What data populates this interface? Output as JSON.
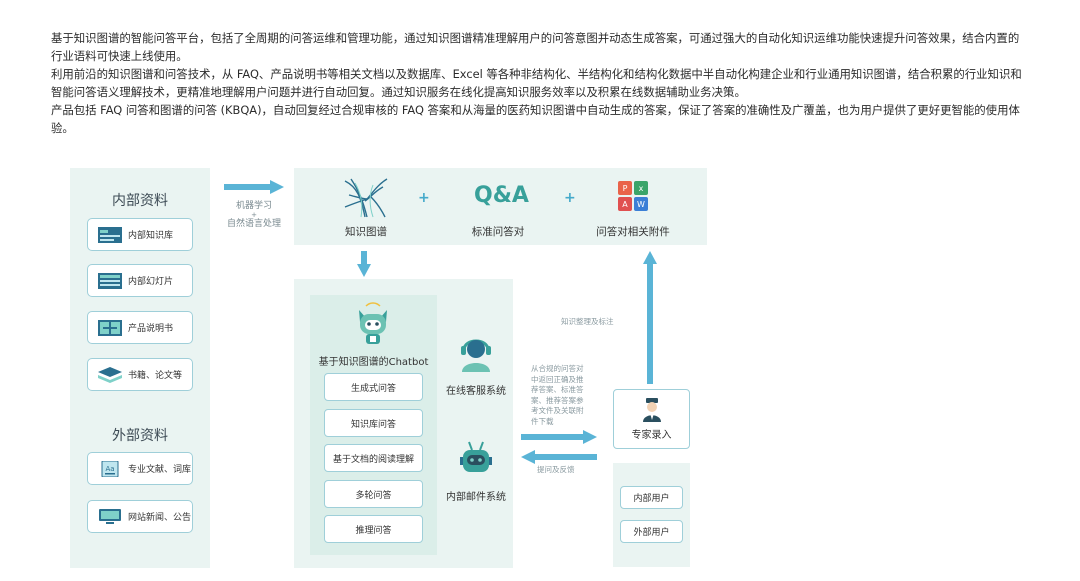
{
  "intro": {
    "p1": "基于知识图谱的智能问答平台，包括了全周期的问答运维和管理功能，通过知识图谱精准理解用户的问答意图并动态生成答案，可通过强大的自动化知识运维功能快速提升问答效果，结合内置的行业语料可快速上线使用。",
    "p2": "利用前沿的知识图谱和问答技术，从 FAQ、产品说明书等相关文档以及数据库、Excel 等各种非结构化、半结构化和结构化数据中半自动化构建企业和行业通用知识图谱，结合积累的行业知识和智能问答语义理解技术，更精准地理解用户问题并进行自动回复。通过知识服务在线化提高知识服务效率以及积累在线数据辅助业务决策。",
    "p3": "产品包括 FAQ 问答和图谱的问答 (KBQA)，自动回复经过合规审核的 FAQ 答案和从海量的医药知识图谱中自动生成的答案，保证了答案的准确性及广覆盖，也为用户提供了更好更智能的使用体验。"
  },
  "diagram": {
    "internal_title": "内部资料",
    "internal_items": [
      {
        "label": "内部知识库",
        "icon": "knowledge-base-icon"
      },
      {
        "label": "内部幻灯片",
        "icon": "slides-icon"
      },
      {
        "label": "产品说明书",
        "icon": "manual-icon"
      },
      {
        "label": "书籍、论文等",
        "icon": "books-icon"
      }
    ],
    "external_title": "外部资料",
    "external_items": [
      {
        "label": "专业文献、词库",
        "icon": "literature-icon"
      },
      {
        "label": "网站新闻、公告",
        "icon": "monitor-icon"
      }
    ],
    "arrow_label_1": "机器学习",
    "arrow_label_plus": "+",
    "arrow_label_2": "自然语言处理",
    "top_items": [
      {
        "label": "知识图谱",
        "icon": "graph-icon"
      },
      {
        "label": "标准问答对",
        "glyph": "Q&A"
      },
      {
        "label": "问答对相关附件",
        "icon": "attachments-icon"
      }
    ],
    "plus": "+",
    "chatbot_title": "基于知识图谱的Chatbot",
    "chatbot_buttons": [
      "生成式问答",
      "知识库问答",
      "基于文档的阅读理解",
      "多轮问答",
      "推理问答"
    ],
    "system_1": "在线客服系统",
    "system_2": "内部邮件系统",
    "note_up": "知识整理及标注",
    "note_right": "从合规的问答对中返回正确及推荐答案、标准答案、推荐答案参考文件及关联附件下载",
    "note_left": "提问及反馈",
    "expert": "专家录入",
    "users": [
      "内部用户",
      "外部用户"
    ],
    "colors": {
      "panel": "#eaf4f2",
      "arrow": "#5ab4d6",
      "border": "#9fcfd9",
      "accent": "#38a09a"
    }
  }
}
